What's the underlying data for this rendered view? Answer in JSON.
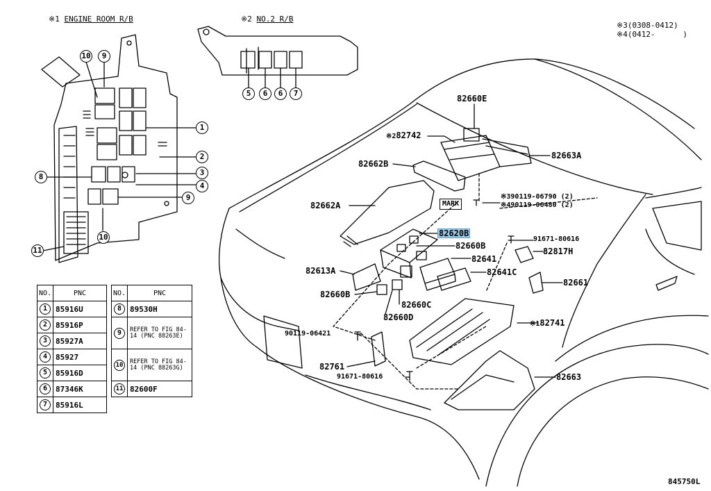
{
  "insets": {
    "engine_room": {
      "mark": "※1",
      "title": "ENGINE ROOM R/B"
    },
    "no2": {
      "mark": "※2",
      "title": "NO.2 R/B"
    }
  },
  "legend": [
    {
      "mark": "※3",
      "text": "(0308-0412)"
    },
    {
      "mark": "※4",
      "text": "(0412-      )"
    }
  ],
  "callouts": {
    "c1": "1",
    "c2": "2",
    "c3": "3",
    "c4": "4",
    "c5": "5",
    "c6": "6",
    "c7": "7",
    "c8": "8",
    "c9": "9",
    "c10": "10",
    "c11": "11"
  },
  "parts": {
    "p82660E": "82660E",
    "p82742": "82742",
    "p82742_mark": "※2",
    "p82663A": "82663A",
    "p82662B": "82662B",
    "p90119_06790": "90119-06790 (2)",
    "p90119_06790_mark": "※3",
    "p90119_06480": "90119-06480 (2)",
    "p90119_06480_mark": "※4",
    "mark_box": "MARK",
    "p82662A": "82662A",
    "p82620B": "82620B",
    "p91671_80616a": "91671-80616",
    "p82660B_r": "82660B",
    "p82817H": "82817H",
    "p82641": "82641",
    "p82613A": "82613A",
    "p82641C": "82641C",
    "p82661": "82661",
    "p82660B_l": "82660B",
    "p82660C": "82660C",
    "p82660D": "82660D",
    "p82741": "82741",
    "p82741_mark": "※1",
    "p90119_06421": "90119-06421",
    "p82761": "82761",
    "p91671_80616b": "91671-80616",
    "p82663": "82663"
  },
  "table": {
    "headers": [
      "NO.",
      "PNC",
      "NO.",
      "PNC"
    ],
    "left_rows": [
      {
        "no": "1",
        "pnc": "85916U"
      },
      {
        "no": "2",
        "pnc": "85916P"
      },
      {
        "no": "3",
        "pnc": "85927A"
      },
      {
        "no": "4",
        "pnc": "85927"
      },
      {
        "no": "5",
        "pnc": "85916D"
      },
      {
        "no": "6",
        "pnc": "87346K"
      },
      {
        "no": "7",
        "pnc": "85916L"
      }
    ],
    "right_rows": [
      {
        "no": "8",
        "pnc": "89530H"
      },
      {
        "no": "9",
        "pnc": "REFER TO FIG 84-14 (PNC 88263E)"
      },
      {
        "no": "10",
        "pnc": "REFER TO FIG 84-14 (PNC 88263G)"
      },
      {
        "no": "11",
        "pnc": "82600F"
      }
    ]
  },
  "figure_id": "845750L"
}
